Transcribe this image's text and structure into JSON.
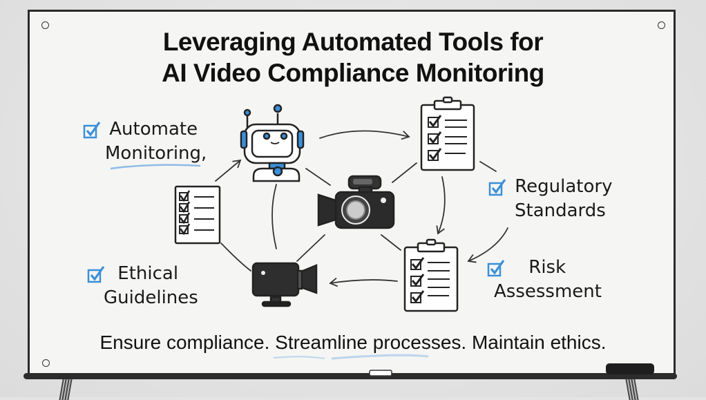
{
  "title": {
    "line1": "Leveraging Automated Tools for",
    "line2": "AI Video Compliance Monitoring"
  },
  "labels": {
    "automate": {
      "line1": "Automate",
      "line2": "Monitoring,"
    },
    "regulatory": {
      "line1": "Regulatory",
      "line2": "Standards"
    },
    "risk": {
      "line1": "Risk",
      "line2": "Assessment"
    },
    "ethical": {
      "line1": "Ethical",
      "line2": "Guidelines"
    }
  },
  "tagline": "Ensure compliance. Streamline processes. Maintain ethics.",
  "icons": [
    "robot-icon",
    "clipboard-checklist-icon",
    "checklist-icon",
    "camera-icon",
    "video-camera-icon",
    "clipboard-checklist-icon",
    "checkbox-icon"
  ],
  "colors": {
    "accent_blue": "#3a8fd9",
    "ink": "#1a1a1a",
    "board": "#f5f5f3",
    "background": "#e0e0e0"
  }
}
